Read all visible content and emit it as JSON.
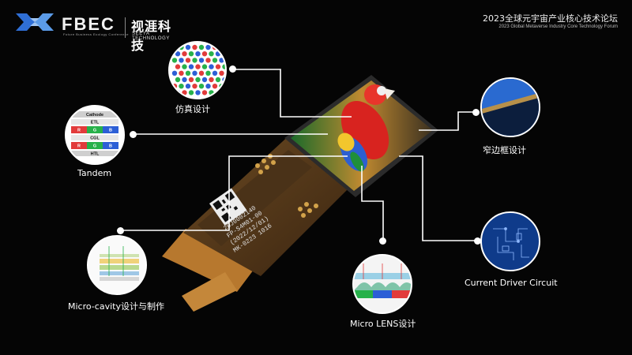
{
  "header": {
    "logo_text": "FBEC",
    "logo_subtext": "Future Business Ecology Conference",
    "company_cn": "视涯科技",
    "company_en": "SEEYA TECHNOLOGY",
    "forum_cn": "2023全球元宇宙产业核心技术论坛",
    "forum_en": "2023 Global Metaverse Industry Core Technology Forum"
  },
  "features": {
    "simulation_design": "仿真设计",
    "tandem": "Tandem",
    "narrow_bezel": "窄边框设计",
    "current_driver": "Current Driver Circuit",
    "micro_lens": "Micro LENS设计",
    "micro_cavity": "Micro-cavity设计与制作"
  },
  "tandem_layers": [
    "Cathode",
    "ETL",
    "CGL",
    "HTL"
  ],
  "rgb": [
    "R",
    "G",
    "B"
  ],
  "device_print": [
    "20J0002140",
    "FP-S4M01-00",
    "(2022/12/01)",
    "MK-0223 1016"
  ],
  "colors": {
    "red": "#e23b3b",
    "green": "#27b14a",
    "blue": "#2c5fd6",
    "bg": "#050505"
  }
}
